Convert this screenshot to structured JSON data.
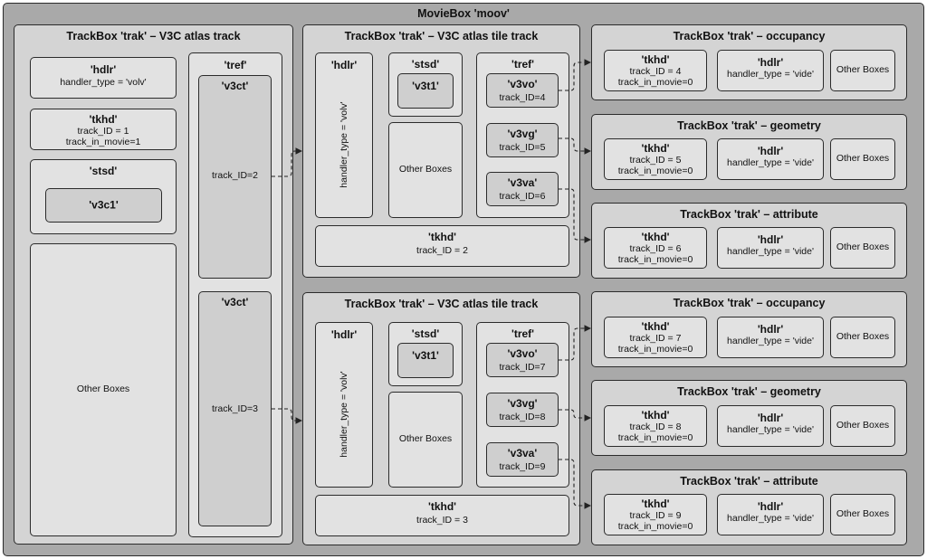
{
  "moov_title": "MovieBox 'moov'",
  "atlas": {
    "title": "TrackBox 'trak' – V3C atlas track",
    "hdlr": {
      "name": "'hdlr'",
      "line": "handler_type = 'volv'"
    },
    "tkhd": {
      "name": "'tkhd'",
      "line1": "track_ID = 1",
      "line2": "track_in_movie=1"
    },
    "stsd": {
      "name": "'stsd'",
      "entry": "'v3c1'"
    },
    "other": "Other Boxes",
    "tref": {
      "name": "'tref'",
      "v3ct1": "'v3ct'",
      "v3ct1_id": "track_ID=2",
      "v3ct2": "'v3ct'",
      "v3ct2_id": "track_ID=3"
    }
  },
  "tiles": [
    {
      "title": "TrackBox 'trak' – V3C atlas tile track",
      "hdlr": "'hdlr'",
      "hdlr_type": "handler_type = 'volv'",
      "stsd": "'stsd'",
      "stsd_entry": "'v3t1'",
      "other": "Other Boxes",
      "tref": "'tref'",
      "refs": [
        {
          "name": "'v3vo'",
          "id": "track_ID=4"
        },
        {
          "name": "'v3vg'",
          "id": "track_ID=5"
        },
        {
          "name": "'v3va'",
          "id": "track_ID=6"
        }
      ],
      "tkhd": "'tkhd'",
      "tkhd_id": "track_ID = 2"
    },
    {
      "title": "TrackBox 'trak' – V3C atlas tile track",
      "hdlr": "'hdlr'",
      "hdlr_type": "handler_type = 'volv'",
      "stsd": "'stsd'",
      "stsd_entry": "'v3t1'",
      "other": "Other Boxes",
      "tref": "'tref'",
      "refs": [
        {
          "name": "'v3vo'",
          "id": "track_ID=7"
        },
        {
          "name": "'v3vg'",
          "id": "track_ID=8"
        },
        {
          "name": "'v3va'",
          "id": "track_ID=9"
        }
      ],
      "tkhd": "'tkhd'",
      "tkhd_id": "track_ID = 3"
    }
  ],
  "video_tracks": [
    {
      "title": "TrackBox 'trak' – occupancy",
      "tkhd": "'tkhd'",
      "id": "track_ID = 4",
      "in_movie": "track_in_movie=0",
      "hdlr": "'hdlr'",
      "hdlr_type": "handler_type = 'vide'",
      "other": "Other Boxes"
    },
    {
      "title": "TrackBox 'trak' – geometry",
      "tkhd": "'tkhd'",
      "id": "track_ID = 5",
      "in_movie": "track_in_movie=0",
      "hdlr": "'hdlr'",
      "hdlr_type": "handler_type = 'vide'",
      "other": "Other Boxes"
    },
    {
      "title": "TrackBox 'trak' – attribute",
      "tkhd": "'tkhd'",
      "id": "track_ID = 6",
      "in_movie": "track_in_movie=0",
      "hdlr": "'hdlr'",
      "hdlr_type": "handler_type = 'vide'",
      "other": "Other Boxes"
    },
    {
      "title": "TrackBox 'trak' –  occupancy",
      "tkhd": "'tkhd'",
      "id": "track_ID = 7",
      "in_movie": "track_in_movie=0",
      "hdlr": "'hdlr'",
      "hdlr_type": "handler_type = 'vide'",
      "other": "Other Boxes"
    },
    {
      "title": "TrackBox 'trak' – geometry",
      "tkhd": "'tkhd'",
      "id": "track_ID = 8",
      "in_movie": "track_in_movie=0",
      "hdlr": "'hdlr'",
      "hdlr_type": "handler_type = 'vide'",
      "other": "Other Boxes"
    },
    {
      "title": "TrackBox 'trak' – attribute",
      "tkhd": "'tkhd'",
      "id": "track_ID = 9",
      "in_movie": "track_in_movie=0",
      "hdlr": "'hdlr'",
      "hdlr_type": "handler_type = 'vide'",
      "other": "Other Boxes"
    }
  ]
}
